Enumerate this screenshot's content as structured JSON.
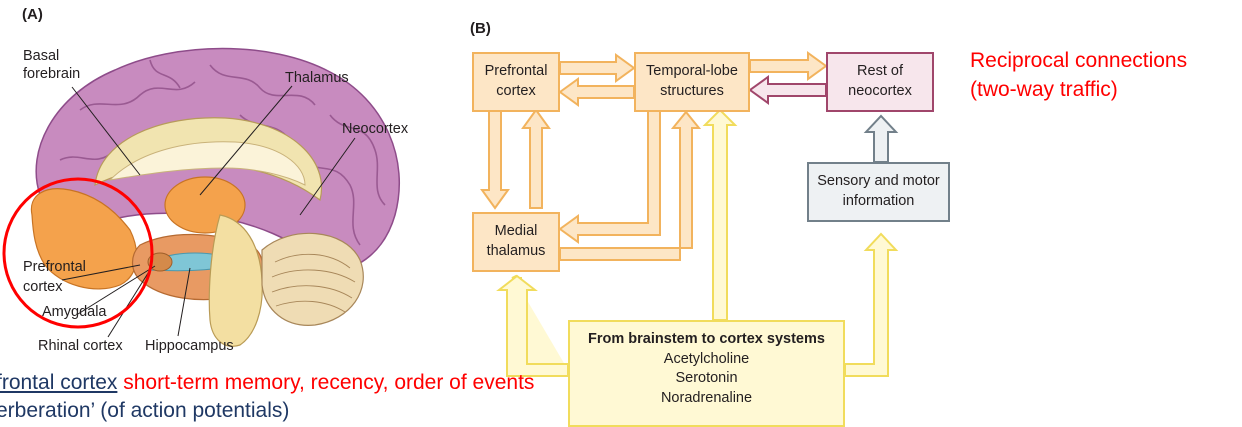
{
  "panel_a": {
    "tag": "(A)",
    "labels": {
      "basal_forebrain_1": "Basal",
      "basal_forebrain_2": "forebrain",
      "thalamus": "Thalamus",
      "neocortex": "Neocortex",
      "prefrontal_1": "Prefrontal",
      "prefrontal_2": "cortex",
      "amygdala": "Amygdala",
      "rhinal": "Rhinal cortex",
      "hippocampus": "Hippocampus"
    }
  },
  "panel_b": {
    "tag": "(B)",
    "boxes": {
      "prefrontal": [
        "Prefrontal",
        "cortex"
      ],
      "temporal": [
        "Temporal-lobe",
        "structures"
      ],
      "rest": [
        "Rest of",
        "neocortex"
      ],
      "sensory": [
        "Sensory and motor",
        "information"
      ],
      "medial": [
        "Medial",
        "thalamus"
      ],
      "brainstem_title": "From brainstem to cortex systems",
      "brainstem_items": [
        "Acetylcholine",
        "Serotonin",
        "Noradrenaline"
      ]
    }
  },
  "annotation": {
    "line1": "Reciprocal connections",
    "line2": "(two-way traffic)"
  },
  "footer": {
    "link_text": "frontal cortex",
    "red_text": " short-term memory, recency, order of events",
    "line2": "erberation’ (of action potentials)"
  },
  "colors": {
    "accent_red": "#ff0000",
    "orange_border": "#f2b35d",
    "orange_fill": "#fde6c6",
    "yellow_border": "#f1dc5c",
    "mauve_border": "#a0466b",
    "grey_border": "#72808a",
    "link_blue": "#1f3864"
  }
}
